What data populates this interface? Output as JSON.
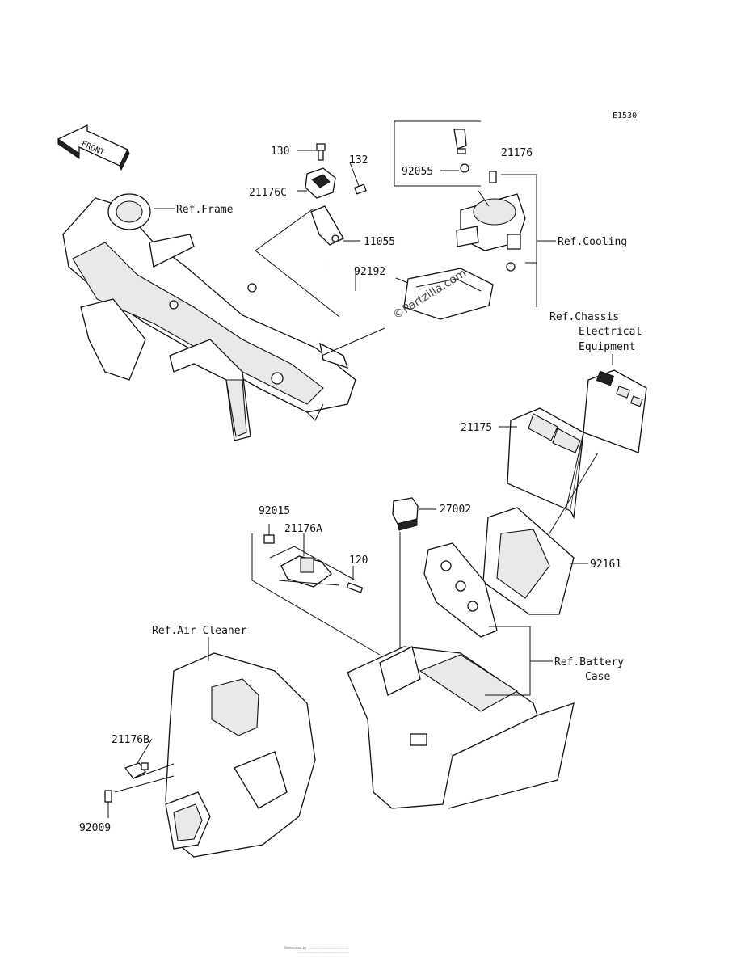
{
  "diagram_code": "E1530",
  "front_label": "FRONT",
  "watermark": "©Partzilla.com",
  "footer_line1": "Generated by ........................................",
  "footer_line2": "..................................................",
  "parts": {
    "p130": "130",
    "p132": "132",
    "p21176C": "21176C",
    "p11055": "11055",
    "p92192": "92192",
    "p92055": "92055",
    "p21176": "21176",
    "p21175": "21175",
    "p27002": "27002",
    "p92015": "92015",
    "p21176A": "21176A",
    "p120": "120",
    "p92161": "92161",
    "p21176B": "21176B",
    "p92009": "92009"
  },
  "refs": {
    "frame": "Ref.Frame",
    "cooling": "Ref.Cooling",
    "chassis1": "Ref.Chassis",
    "chassis2": "Electrical",
    "chassis3": "Equipment",
    "air_cleaner": "Ref.Air Cleaner",
    "battery1": "Ref.Battery",
    "battery2": "Case"
  }
}
